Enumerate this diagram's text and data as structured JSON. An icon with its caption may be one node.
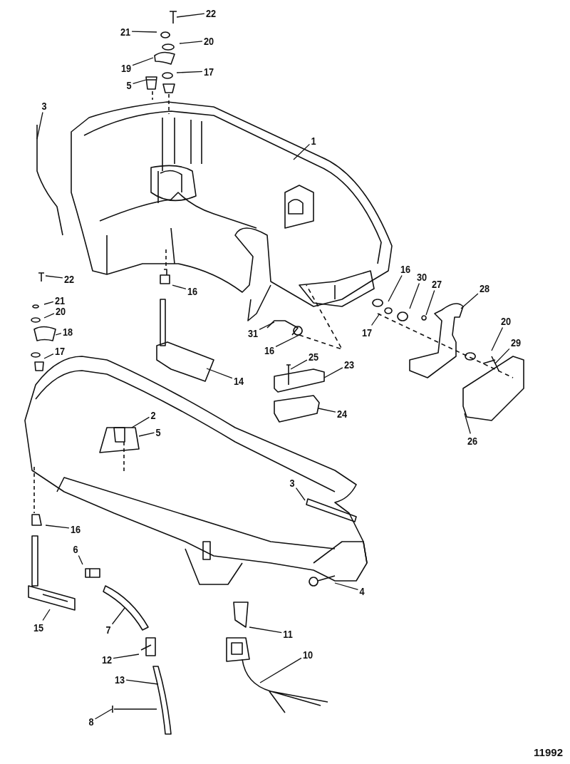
{
  "diagram": {
    "nodes": [
      {
        "text": [
          "22"
        ]
      },
      {
        "text": [
          "21"
        ]
      },
      {
        "text": [
          "20"
        ]
      },
      {
        "text": [
          "19"
        ]
      },
      {
        "text": [
          "17"
        ]
      },
      {
        "text": [
          "5"
        ]
      },
      {
        "text": [
          "3"
        ]
      },
      {
        "text": [
          "1"
        ]
      },
      {
        "text": [
          "16"
        ]
      },
      {
        "text": [
          "30"
        ]
      },
      {
        "text": [
          "27"
        ]
      },
      {
        "text": [
          "28"
        ]
      },
      {
        "text": [
          "22"
        ]
      },
      {
        "text": [
          "16"
        ]
      },
      {
        "text": [
          "21"
        ]
      },
      {
        "text": [
          "20"
        ]
      },
      {
        "text": [
          "18"
        ]
      },
      {
        "text": [
          "20"
        ]
      },
      {
        "text": [
          "17"
        ]
      },
      {
        "text": [
          "31"
        ]
      },
      {
        "text": [
          "29"
        ]
      },
      {
        "text": [
          "16"
        ]
      },
      {
        "text": [
          "17"
        ]
      },
      {
        "text": [
          "25"
        ]
      },
      {
        "text": [
          "23"
        ]
      },
      {
        "text": [
          "14"
        ]
      },
      {
        "text": [
          "24"
        ]
      },
      {
        "text": [
          "2"
        ]
      },
      {
        "text": [
          "5"
        ]
      },
      {
        "text": [
          "26"
        ]
      },
      {
        "text": [
          "3"
        ]
      },
      {
        "text": [
          "16"
        ]
      },
      {
        "text": [
          "6"
        ]
      },
      {
        "text": [
          "4"
        ]
      },
      {
        "text": [
          "15"
        ]
      },
      {
        "text": [
          "7"
        ]
      },
      {
        "text": [
          "11"
        ]
      },
      {
        "text": [
          "10"
        ]
      },
      {
        "text": [
          "12"
        ]
      },
      {
        "text": [
          "13"
        ]
      },
      {
        "text": [
          "8"
        ]
      }
    ],
    "edges": [
      {
        "from": 0,
        "to": null,
        "arrow": "none"
      },
      {
        "from": 1,
        "to": null,
        "arrow": "none"
      },
      {
        "from": 2,
        "to": null,
        "arrow": "none"
      },
      {
        "from": 3,
        "to": null,
        "arrow": "none"
      },
      {
        "from": 4,
        "to": null,
        "arrow": "none"
      },
      {
        "from": 5,
        "to": null,
        "arrow": "none"
      },
      {
        "from": 6,
        "to": null,
        "arrow": "none"
      },
      {
        "from": 7,
        "to": null,
        "arrow": "none"
      },
      {
        "from": 8,
        "to": null,
        "arrow": "none"
      },
      {
        "from": 9,
        "to": null,
        "arrow": "none"
      },
      {
        "from": 10,
        "to": null,
        "arrow": "none"
      },
      {
        "from": 11,
        "to": null,
        "arrow": "none"
      },
      {
        "from": 12,
        "to": null,
        "arrow": "none"
      },
      {
        "from": 13,
        "to": null,
        "arrow": "none"
      },
      {
        "from": 14,
        "to": null,
        "arrow": "none"
      },
      {
        "from": 15,
        "to": null,
        "arrow": "none"
      },
      {
        "from": 16,
        "to": null,
        "arrow": "none"
      },
      {
        "from": 17,
        "to": null,
        "arrow": "none"
      },
      {
        "from": 18,
        "to": null,
        "arrow": "none"
      },
      {
        "from": 19,
        "to": null,
        "arrow": "none"
      },
      {
        "from": 20,
        "to": null,
        "arrow": "none"
      },
      {
        "from": 21,
        "to": null,
        "arrow": "none"
      },
      {
        "from": 22,
        "to": null,
        "arrow": "none"
      },
      {
        "from": 23,
        "to": null,
        "arrow": "none"
      },
      {
        "from": 24,
        "to": null,
        "arrow": "none"
      },
      {
        "from": 25,
        "to": null,
        "arrow": "none"
      },
      {
        "from": 26,
        "to": null,
        "arrow": "none"
      },
      {
        "from": 27,
        "to": null,
        "arrow": "none"
      },
      {
        "from": 28,
        "to": null,
        "arrow": "none"
      },
      {
        "from": 29,
        "to": null,
        "arrow": "none"
      },
      {
        "from": 30,
        "to": null,
        "arrow": "none"
      },
      {
        "from": 31,
        "to": null,
        "arrow": "none"
      },
      {
        "from": 32,
        "to": null,
        "arrow": "none"
      },
      {
        "from": 33,
        "to": null,
        "arrow": "none"
      },
      {
        "from": 34,
        "to": null,
        "arrow": "none"
      },
      {
        "from": 35,
        "to": null,
        "arrow": "none"
      },
      {
        "from": 36,
        "to": null,
        "arrow": "none"
      },
      {
        "from": 37,
        "to": null,
        "arrow": "none"
      },
      {
        "from": 38,
        "to": null,
        "arrow": "none"
      },
      {
        "from": 39,
        "to": null,
        "arrow": "none"
      },
      {
        "from": 40,
        "to": null,
        "arrow": "none"
      }
    ],
    "labels": [
      "11992"
    ]
  }
}
